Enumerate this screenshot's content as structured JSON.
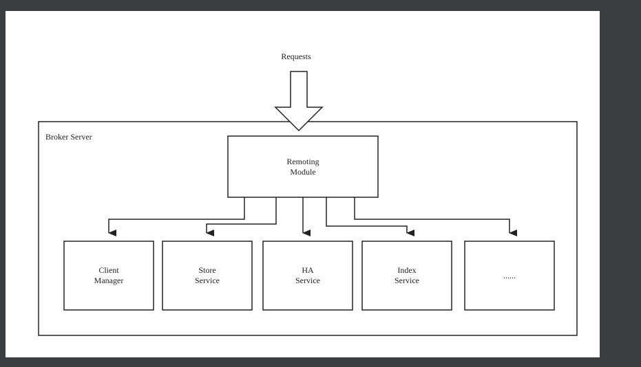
{
  "diagram": {
    "requests_label": "Requests",
    "container_label": "Broker Server",
    "remoting": {
      "line1": "Remoting",
      "line2": "Module"
    },
    "services": [
      {
        "line1": "Client",
        "line2": "Manager"
      },
      {
        "line1": "Store",
        "line2": "Service"
      },
      {
        "line1": "HA",
        "line2": "Service"
      },
      {
        "line1": "Index",
        "line2": "Service"
      },
      {
        "line1": "......",
        "line2": ""
      }
    ],
    "colors": {
      "stroke": "#222222",
      "background": "#ffffff",
      "outer": "#3b3e41"
    }
  }
}
